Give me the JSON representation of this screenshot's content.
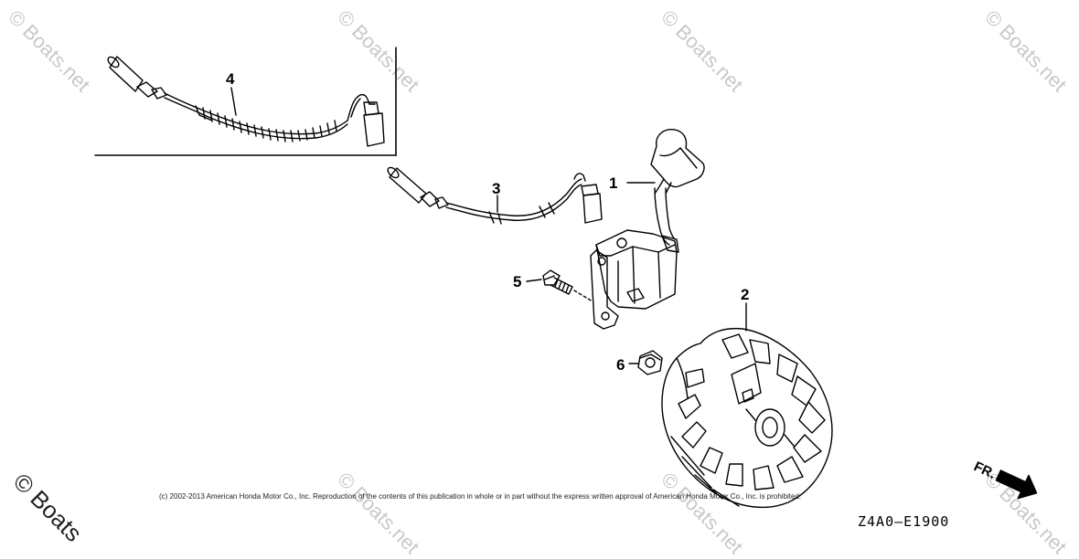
{
  "watermark": "© Boats.net",
  "watermark_corner": "© Boats",
  "callouts": [
    "1",
    "2",
    "3",
    "4",
    "5",
    "6"
  ],
  "copyright": "(c) 2002-2013 American Honda Motor Co., Inc. Reproduction of the contents of this publication in whole or in part without the express written approval of American Honda Motor Co., Inc. is prohibited.",
  "drawing_code": "Z4A0—E1900",
  "direction_label": "FR.",
  "colors": {
    "line": "#000000",
    "watermark": "#c8c8c8"
  }
}
